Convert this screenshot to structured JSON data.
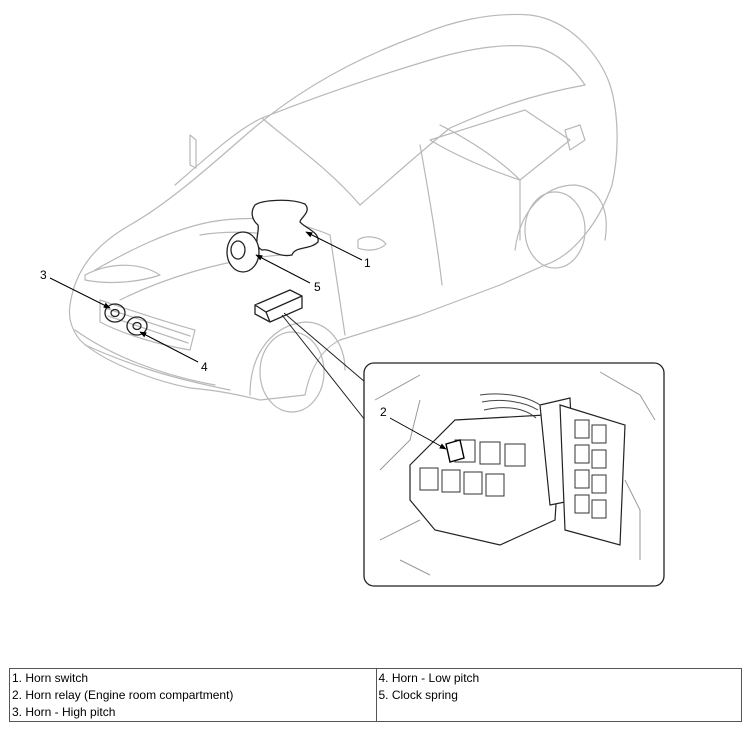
{
  "callouts": [
    "1",
    "2",
    "3",
    "4",
    "5"
  ],
  "legend": {
    "left": [
      "1. Horn switch",
      "2. Horn relay (Engine room compartment)",
      "3. Horn - High pitch"
    ],
    "right": [
      "4. Horn - Low pitch",
      "5. Clock spring"
    ]
  }
}
